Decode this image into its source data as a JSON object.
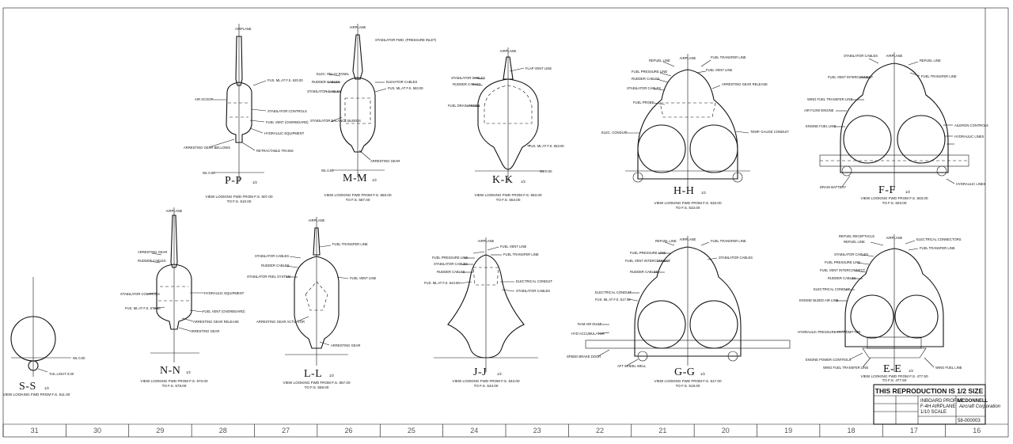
{
  "sections": [
    {
      "id": "pp",
      "label": "P-P",
      "scale": "1/2",
      "caption": [
        "VIEW LOOKING FWD FROM F.S. 607.00",
        "TO F.S. 610.00"
      ],
      "notes": [
        "AIRPLANE",
        "FUS. ML AT F.S. 620.00",
        "AIR SCOOP",
        "STABILATOR CONTROLS",
        "FUEL VENT (OVERBOARD)",
        "HYDRAULIC EQUIPMENT",
        "ARRESTING GEAR BELLOWS",
        "RETRACTABLE TRAINS",
        "WL 0.00"
      ]
    },
    {
      "id": "mm",
      "label": "M-M",
      "scale": "1/2",
      "caption": [
        "VIEW LOOKING FWD FROM F.S. 583.00",
        "TO F.S. 587.00"
      ],
      "notes": [
        "AIRPLANE",
        "STABILATOR FWD. (PRESSURE INLET)",
        "ELEC. RELAY PANEL",
        "RUDDER CABLES",
        "STABILATOR CABLES",
        "STABILATOR BALANCE BLEEDS",
        "ELEVATOR CABLES",
        "FUS. ML AT F.S. 583.00",
        "ARRESTING GEAR",
        "WL 0.00"
      ]
    },
    {
      "id": "kk",
      "label": "K-K",
      "scale": "1/2",
      "caption": [
        "VIEW LOOKING FWD FROM F.S. 553.00",
        "TO F.S. 553.00"
      ],
      "notes": [
        "AIRPLANE",
        "FLAP VENT LINE",
        "STABILATOR CABLES",
        "RUDDER CABLES",
        "FUEL DRAIN PROBE",
        "FUS. ML AT F.S. 553.00",
        "WL 0.00"
      ]
    },
    {
      "id": "hh",
      "label": "H-H",
      "scale": "1/2",
      "caption": [
        "VIEW LOOKING FWD FROM F.S. 533.00",
        "TO F.S. 533.00"
      ],
      "notes": [
        "AIRPLANE",
        "REFUEL LINE",
        "FUEL TRANSFER LINE",
        "FUEL VENT LINE",
        "FUEL PRESSURE LINE",
        "RUDDER CABLES",
        "STABILATOR CABLES",
        "ARRESTING GEAR RELEASE",
        "FUEL PROBE",
        "ELEC. CONDUIT",
        "TEMP. GAUGE CONDUIT"
      ]
    },
    {
      "id": "ff",
      "label": "F-F",
      "scale": "1/2",
      "caption": [
        "VIEW LOOKING FWD FROM F.S. 503.00",
        "TO F.S. 503.00"
      ],
      "notes": [
        "AIRPLANE",
        "STABILATOR CABLES",
        "REFUEL LINE",
        "FUEL TRANSFER LINE",
        "FUEL VENT INTERCONNECT",
        "WING FUEL TRANSFER LINE",
        "AIR FLOW ENGINE",
        "ENGINE FUEL LINE",
        "AILERON CONTROLS",
        "HYDRAULIC LINES",
        "DRAIN BATTERY",
        "HYDRAULIC LINES"
      ]
    },
    {
      "id": "ss",
      "label": "S-S",
      "scale": "1/2",
      "caption": [
        "VIEW LOOKING FWD FROM F.S. 611.00"
      ],
      "notes": [
        "WL 0.00",
        "TAIL LIGHT 0.00"
      ]
    },
    {
      "id": "nn",
      "label": "N-N",
      "scale": "1/2",
      "caption": [
        "VIEW LOOKING FWD FROM F.S. 573.00",
        "TO F.S. 579.00"
      ],
      "notes": [
        "AIRPLANE",
        "ARRESTING GEAR",
        "RUDDER CABLES",
        "STABILATOR CONTROLS",
        "HYDRAULIC EQUIPMENT",
        "FUS. ML AT F.S. 573.00",
        "FUEL VENT (OVERBOARD)",
        "ARRESTING GEAR RELEASE",
        "ARRESTING GEAR"
      ]
    },
    {
      "id": "ll",
      "label": "L-L",
      "scale": "1/2",
      "caption": [
        "VIEW LOOKING FWD FROM F.S. 557.00",
        "TO F.S. 559.00"
      ],
      "notes": [
        "AIRPLANE",
        "FUEL TRANSFER LINE",
        "STABILATOR CABLES",
        "RUDDER CABLES",
        "STABILATOR FEEL SYSTEM",
        "FUEL VENT LINE",
        "ARRESTING GEAR ACTUATOR",
        "ARRESTING GEAR"
      ]
    },
    {
      "id": "jj",
      "label": "J-J",
      "scale": "1/2",
      "caption": [
        "VIEW LOOKING FWD FROM F.S. 543.00",
        "TO F.S. 543.00"
      ],
      "notes": [
        "AIRPLANE",
        "FUEL VENT LINE",
        "FUEL TRANSFER LINE",
        "FUEL PRESSURE LINE",
        "STABILATOR CABLES",
        "RUDDER CABLES",
        "FUS. ML AT F.S. 543.00",
        "ELECTRICAL CONDUIT",
        "STABILATOR CABLES"
      ]
    },
    {
      "id": "gg",
      "label": "G-G",
      "scale": "1/2",
      "caption": [
        "VIEW LOOKING FWD FROM F.S. 517.00",
        "TO F.S. 519.00"
      ],
      "notes": [
        "AIRPLANE",
        "REFUEL LINE",
        "FUEL TRANSFER LINE",
        "FUEL PRESSURE LINE",
        "FUEL VENT INTERCONNECT",
        "STABILATOR CABLES",
        "RUDDER CABLES",
        "ELECTRICAL CONDUIT",
        "FUS. ML AT F.S. 517.00",
        "RAM AIR DUCT",
        "HYD ACCUMULATOR",
        "AFT WHEEL WELL",
        "SPEED BRAKE DOOR"
      ]
    },
    {
      "id": "ee",
      "label": "E-E",
      "scale": "1/2",
      "caption": [
        "VIEW LOOKING FWD FROM F.S. 477.50",
        "TO F.S. 477.50"
      ],
      "notes": [
        "AIRPLANE",
        "REFUEL RECEPTACLE",
        "REFUEL LINE",
        "ELECTRICAL CONNECTORS",
        "FUEL TRANSFER LINE",
        "STABILATOR CABLES",
        "FUEL PRESSURE LINE",
        "FUEL VENT INTERCONNECT",
        "RUDDER CABLES",
        "ELECTRICAL CONDUIT",
        "ENGINE BLEED AIR LINE",
        "HYDRAULIC PRESSURE TRANSMITTER",
        "ENGINE POWER CONTROLS",
        "WING FUEL TRANSFER LINE",
        "WING FUEL LINE"
      ]
    }
  ],
  "title_block": {
    "reproduction": "THIS REPRODUCTION IS 1/2 SIZE",
    "company": "MCDONNELL",
    "division": "Aircraft Corporation",
    "title_lines": [
      "INBOARD PROFILE",
      "F-4H AIRPLANE",
      "1/10 SCALE"
    ],
    "drawing_number": "58-000003"
  },
  "zones": [
    "31",
    "30",
    "29",
    "28",
    "27",
    "26",
    "25",
    "24",
    "23",
    "22",
    "21",
    "20",
    "19",
    "18",
    "17",
    "16"
  ]
}
